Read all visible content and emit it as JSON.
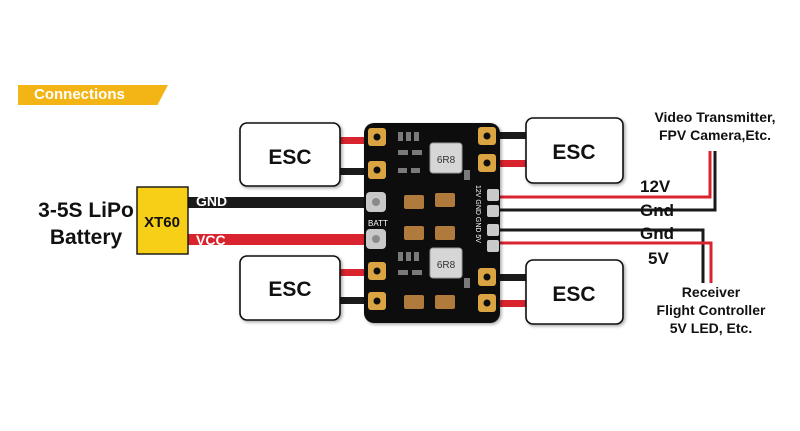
{
  "banner": {
    "title": "Connections"
  },
  "battery": {
    "line1": "3-5S LiPo",
    "line2": "Battery"
  },
  "connector": {
    "label": "XT60"
  },
  "wires": {
    "gnd_label": "GND",
    "vcc_label": "VCC"
  },
  "esc_label": "ESC",
  "board": {
    "batt_label": "BATT",
    "inductor_label": "6R8",
    "pad_labels": "12V GND GND 5V"
  },
  "outputs": {
    "v12": "12V",
    "gnd_top": "Gnd",
    "gnd_bottom": "Gnd",
    "v5": "5V",
    "top_note": [
      "Video Transmitter,",
      "FPV Camera,Etc."
    ],
    "bottom_note": [
      "Receiver",
      "Flight Controller",
      "5V LED, Etc."
    ]
  },
  "colors": {
    "banner": "#f3b416",
    "xt60": "#f6cf16",
    "red_wire": "#d9232e",
    "black_wire": "#1a1a1a",
    "board": "#0d0d0d",
    "pad_gold": "#d9a441"
  }
}
